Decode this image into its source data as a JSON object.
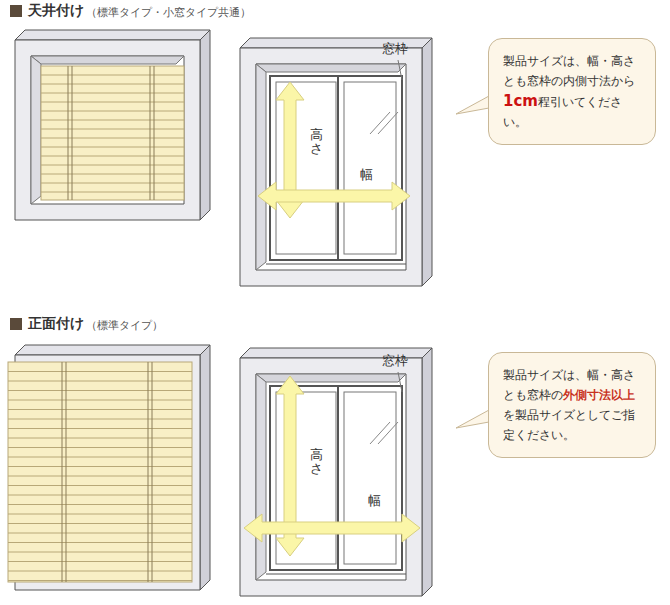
{
  "diagram": {
    "nodes": [
      {
        "text": [
          "製品サイズは、幅・高さとも窓枠の内側寸法から",
          "1cm",
          "程引いてください。"
        ]
      },
      {
        "text": [
          "製品サイズは、幅・高さとも窓枠の",
          "外側寸法以上",
          "を製品サイズとしてご指定ください。"
        ]
      }
    ],
    "labels": [
      "天井付け",
      "（標準タイプ・小窓タイプ共通）",
      "窓枠",
      "高さ",
      "幅",
      "正面付け",
      "（標準タイプ）",
      "窓枠",
      "高さ",
      "幅"
    ]
  }
}
